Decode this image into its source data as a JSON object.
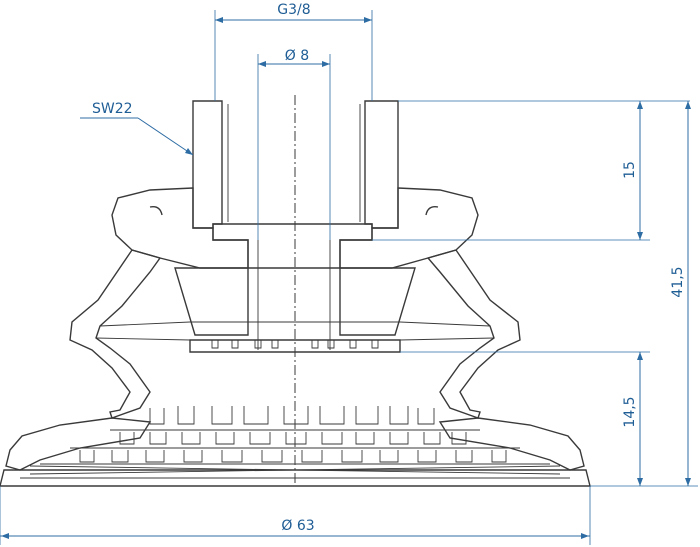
{
  "labels": {
    "thread": "G3/8",
    "bore": "Ø 8",
    "wrench": "SW22",
    "thread_depth": "15",
    "total_height": "41,5",
    "bellows_height": "14,5",
    "diameter": "Ø 63"
  },
  "colors": {
    "dimension": "#2e6ca4",
    "outline": "#3a3a3a",
    "text": "#1f5d95"
  }
}
